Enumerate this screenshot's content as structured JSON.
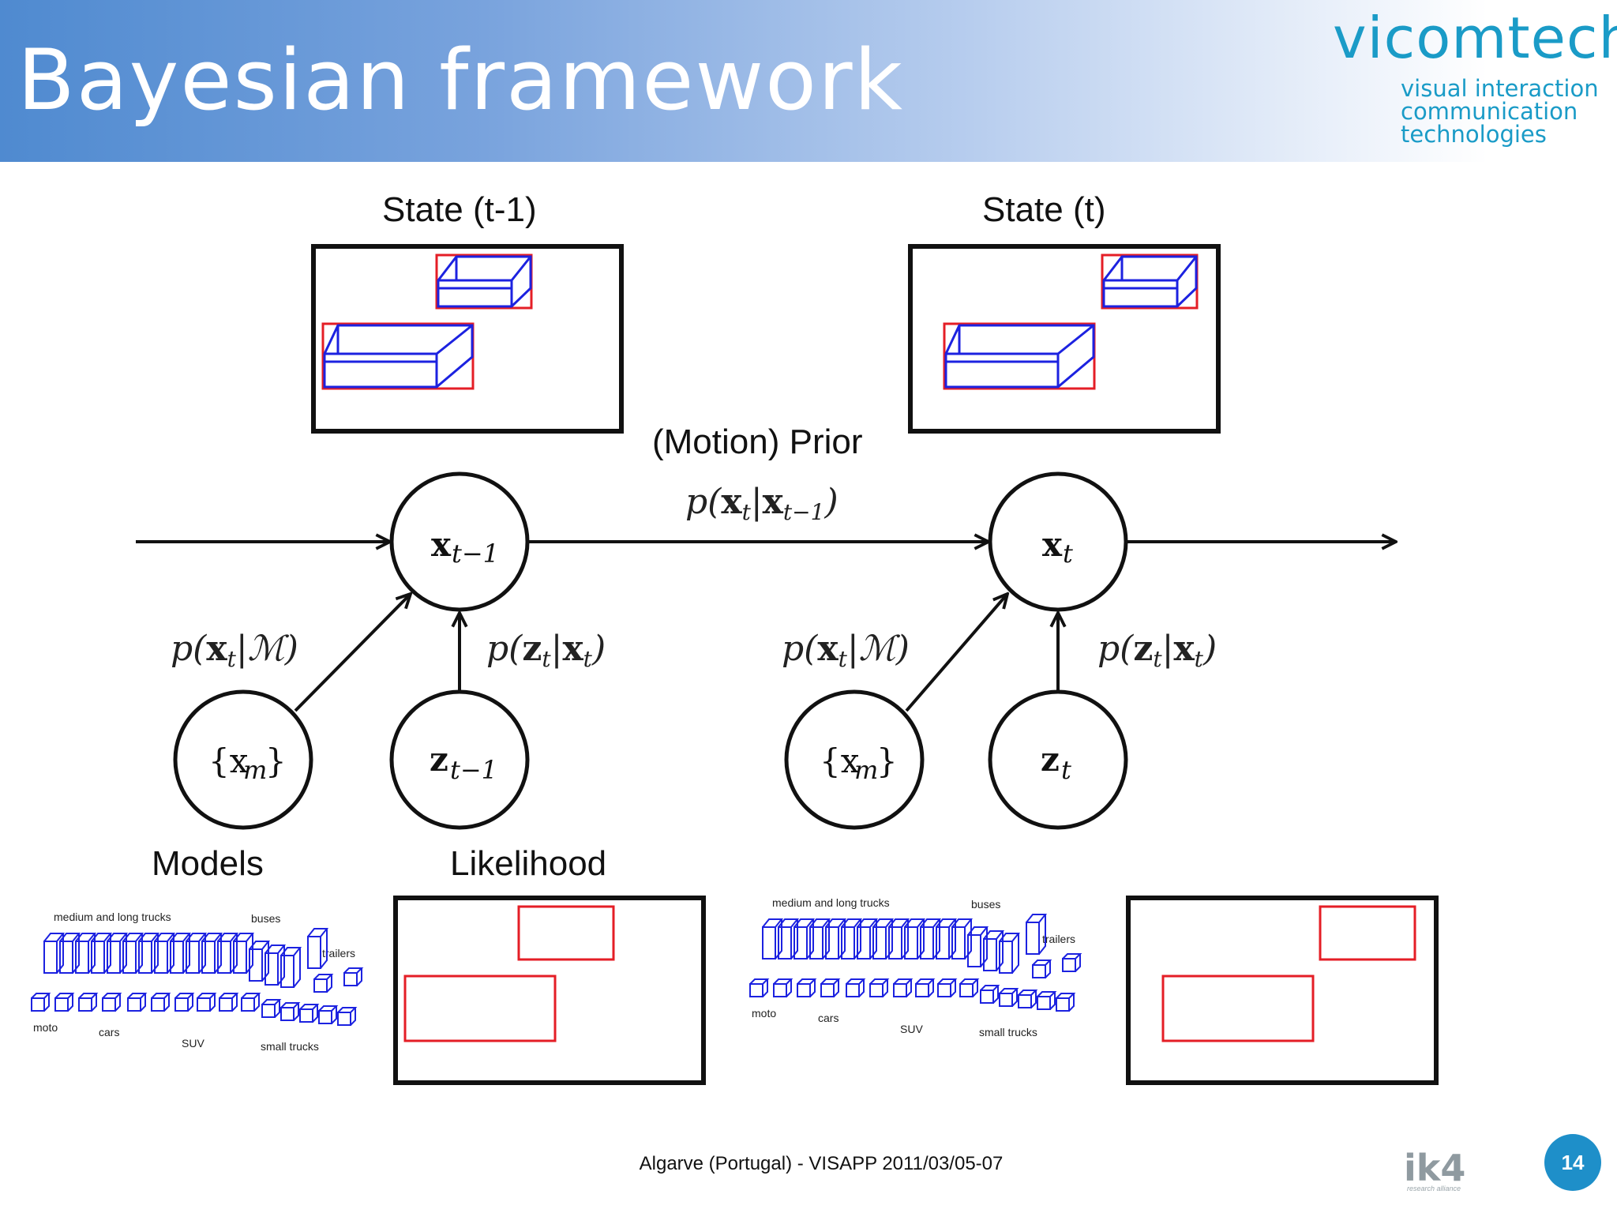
{
  "header": {
    "title": "Bayesian framework"
  },
  "logo": {
    "name": "vicomtech",
    "tagline": [
      "visual interaction",
      "communication",
      "technologies"
    ]
  },
  "labels": {
    "state_prev": "State (t-1)",
    "state_curr": "State (t)",
    "prior": "(Motion) Prior",
    "models": "Models",
    "likelihood": "Likelihood"
  },
  "nodes": {
    "x_prev": {
      "main": "x",
      "sub": "t−1"
    },
    "x_curr": {
      "main": "x",
      "sub": "t"
    },
    "models_prev": {
      "text": "{x",
      "sub": "m",
      "close": "}"
    },
    "models_curr": {
      "text": "{x",
      "sub": "m",
      "close": "}"
    },
    "z_prev": {
      "main": "z",
      "sub": "t−1"
    },
    "z_curr": {
      "main": "z",
      "sub": "t"
    }
  },
  "equations": {
    "motion_prior": "p(x_t|x_{t−1})",
    "motion_prior_display": [
      "p(",
      "x",
      "t",
      "|",
      "x",
      "t−1",
      ")"
    ],
    "model_prior": [
      "p(",
      "x",
      "t",
      "|",
      "ℳ",
      ")"
    ],
    "likelihood": [
      "p(",
      "z",
      "t",
      "|",
      "x",
      "t",
      ")"
    ]
  },
  "model_captions": [
    "medium and long trucks",
    "buses",
    "trailers",
    "moto",
    "cars",
    "SUV",
    "small trucks"
  ],
  "footer": {
    "text": "Algarve (Portugal) - VISAPP 2011/03/05-07"
  },
  "partner_logo": {
    "name": "ik4",
    "tagline": "research alliance"
  },
  "page_number": "14",
  "colors": {
    "accent": "#1a9bc7",
    "header_start": "#4f8ad0",
    "box_red": "#e41e26",
    "box_blue": "#1c22e0",
    "badge": "#1e8fc9"
  }
}
